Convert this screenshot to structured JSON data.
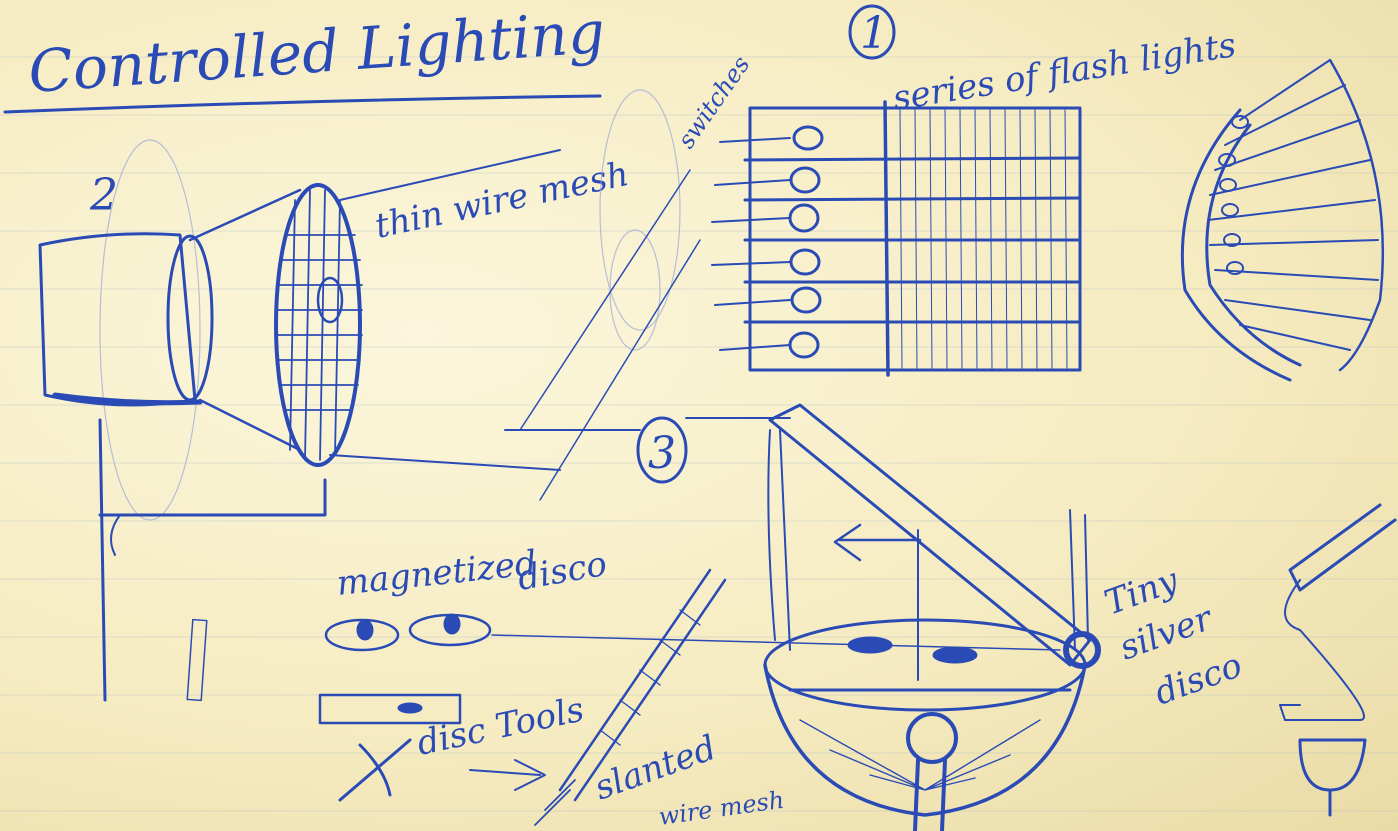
{
  "page": {
    "title": "Controlled Lighting",
    "section_numbers": [
      "1",
      "2",
      "3"
    ]
  },
  "annotations": {
    "mesh_label": "thin wire mesh",
    "switches_label": "switches",
    "flash_label": "series of flash lights",
    "magnetized_label": "magnetized",
    "disco_label": "disco",
    "disco_tools_label": "disc Tools",
    "slanted_label": "slanted",
    "wire_mesh_label": "wire mesh",
    "silver_disco_label": [
      "Tiny",
      "silver",
      "disco"
    ]
  },
  "colors": {
    "ink": "#2a4bb5",
    "paper": "#f7efc9",
    "rule_line": "#96aac8"
  }
}
